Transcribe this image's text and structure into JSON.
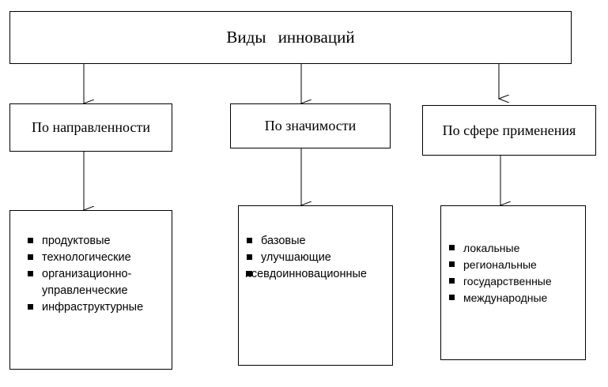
{
  "title": "Виды   инноваций",
  "categories": [
    {
      "label": "По направленности"
    },
    {
      "label": "По значимости"
    },
    {
      "label": "По сфере применения"
    }
  ],
  "lists": [
    {
      "items": [
        "продуктовые",
        "технологические",
        "организационно-",
        "управленческие",
        "инфраструктурные"
      ]
    },
    {
      "items": [
        "базовые",
        "улучшающие",
        "",
        "псевдоинновационные"
      ]
    },
    {
      "items": [
        "локальные",
        "региональные",
        "государственные",
        "международные"
      ]
    }
  ]
}
